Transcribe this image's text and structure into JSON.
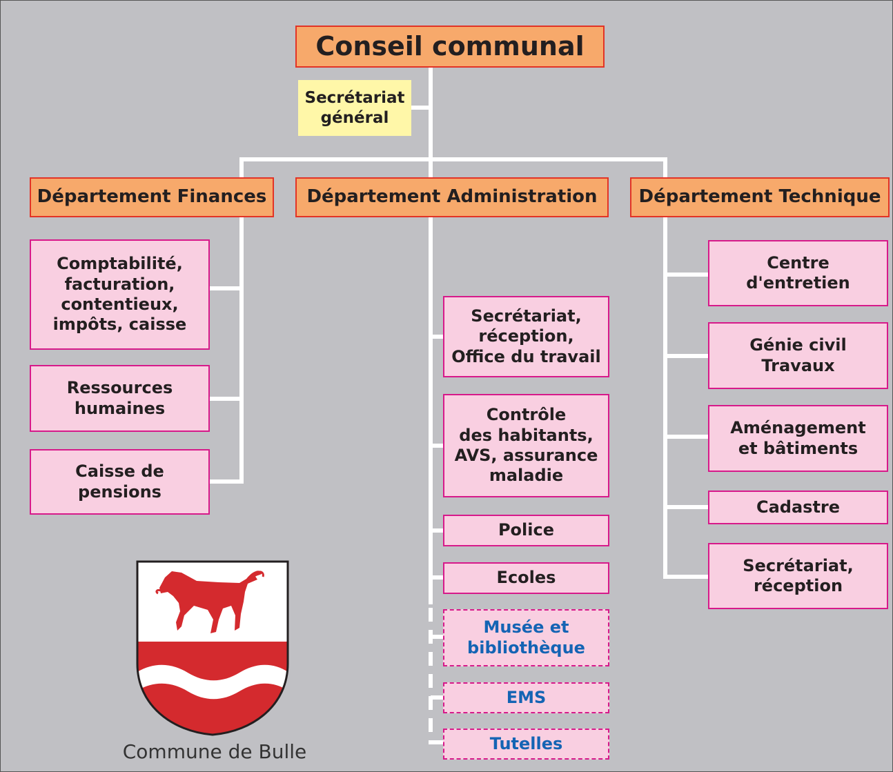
{
  "title": "Conseil communal",
  "secretariat": "Secrétariat\ngénéral",
  "colors": {
    "background": "#c0c0c4",
    "connector": "#ffffff",
    "department_fill": "#f7a96b",
    "department_border": "#e23326",
    "unit_fill": "#f9cfe1",
    "unit_border": "#d7198a",
    "external_text": "#1464b4",
    "secretariat_fill": "#fff7a8",
    "crest_red": "#d42a2e"
  },
  "departments": {
    "finances": {
      "label": "Département Finances",
      "units": [
        "Comptabilité,\nfacturation,\ncontentieux,\nimpôts, caisse",
        "Ressources\nhumaines",
        "Caisse de\npensions"
      ]
    },
    "administration": {
      "label": "Département Administration",
      "units": [
        "Secrétariat,\nréception,\nOffice du travail",
        "Contrôle\ndes habitants,\nAVS, assurance\nmaladie",
        "Police",
        "Ecoles"
      ],
      "external_units": [
        "Musée et\nbibliothèque",
        "EMS",
        "Tutelles"
      ]
    },
    "technique": {
      "label": "Département Technique",
      "units": [
        "Centre\nd'entretien",
        "Génie civil\nTravaux",
        "Aménagement\net bâtiments",
        "Cadastre",
        "Secrétariat,\nréception"
      ]
    }
  },
  "crest": {
    "icon": "bull-coat-of-arms-icon",
    "caption": "Commune de Bulle"
  }
}
